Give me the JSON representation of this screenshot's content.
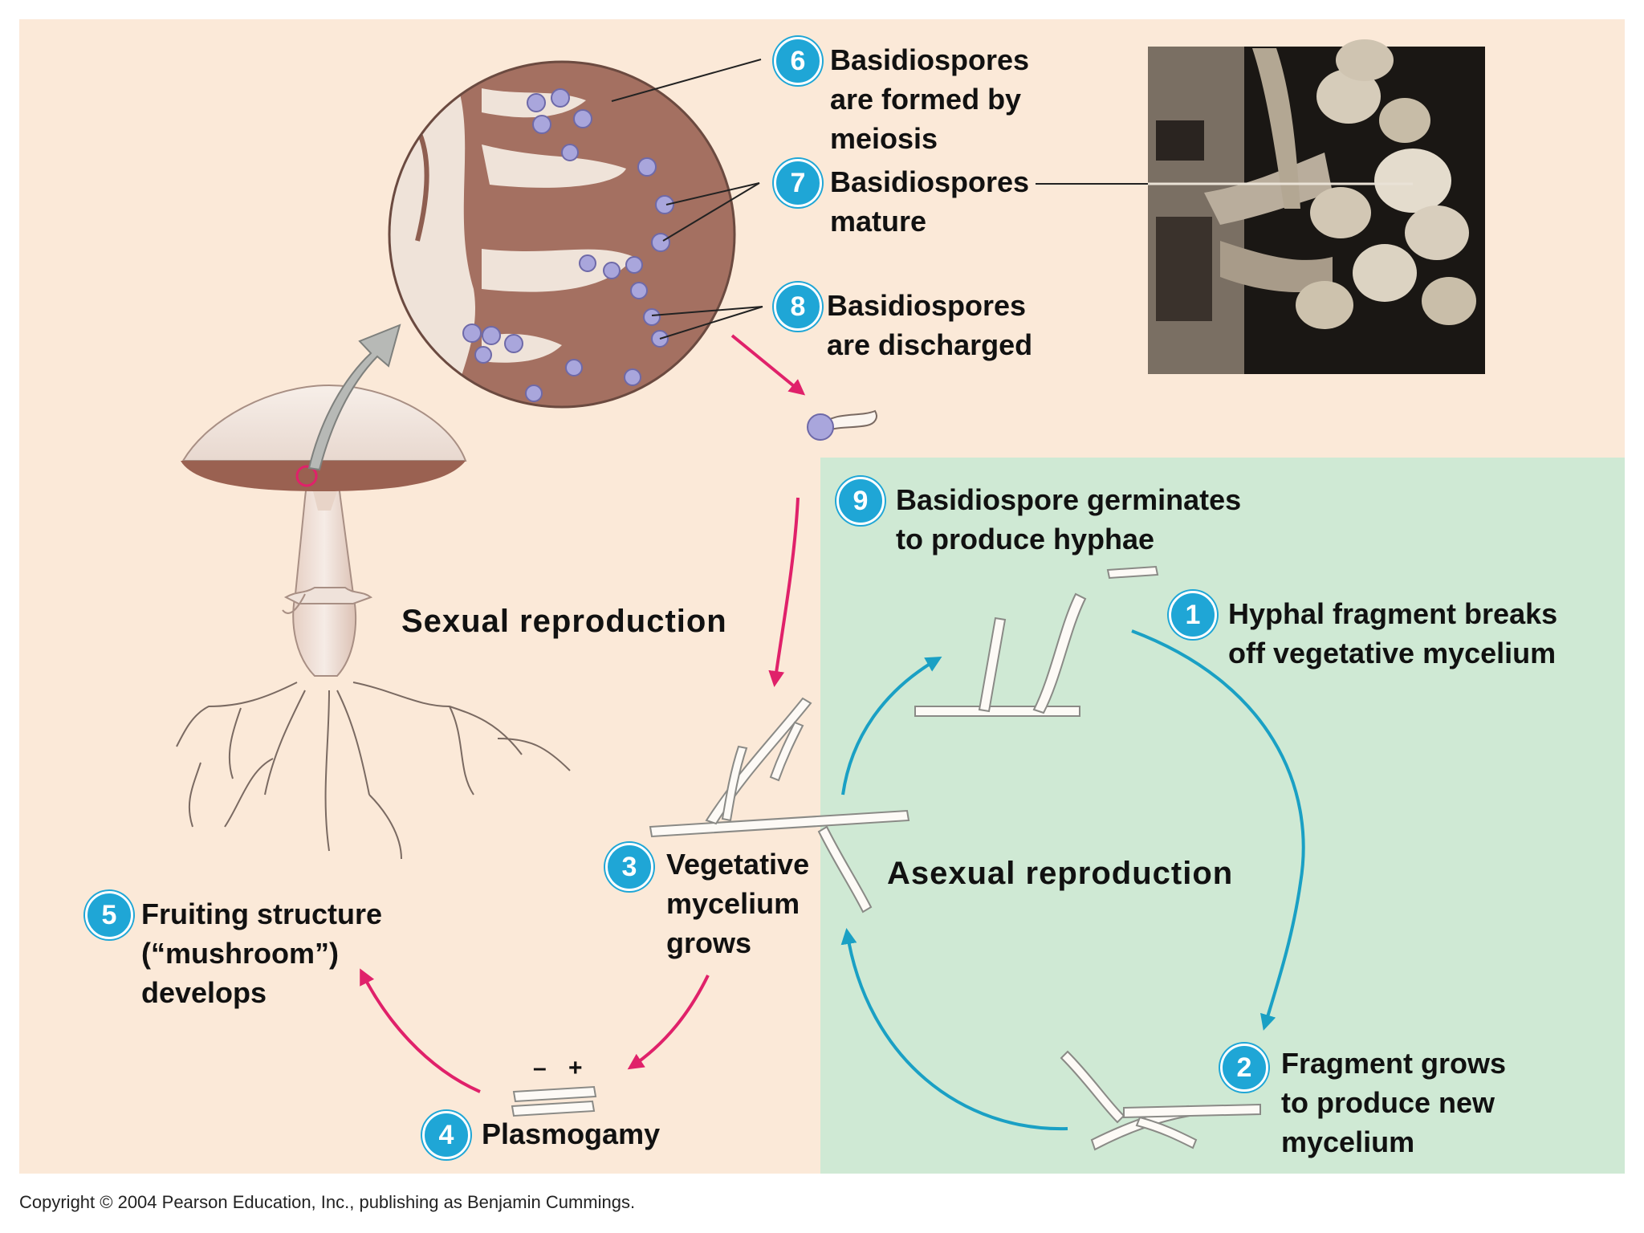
{
  "colors": {
    "sexual_bg": "#fbe9d8",
    "asexual_bg": "#cfe9d4",
    "badge": "#1fa6d6",
    "sexual_arrow": "#e0216a",
    "asexual_arrow": "#1aa0c4",
    "spore": "#a9a6dc",
    "gill_brown": "#a47061"
  },
  "headings": {
    "sexual": "Sexual reproduction",
    "asexual": "Asexual reproduction"
  },
  "steps": [
    {
      "num": "1",
      "lines": [
        "Hyphal fragment breaks",
        "off vegetative mycelium"
      ]
    },
    {
      "num": "2",
      "lines": [
        "Fragment grows",
        "to produce new",
        "mycelium"
      ]
    },
    {
      "num": "3",
      "lines": [
        "Vegetative",
        "mycelium",
        "grows"
      ]
    },
    {
      "num": "4",
      "lines": [
        "Plasmogamy"
      ]
    },
    {
      "num": "5",
      "lines": [
        "Fruiting structure",
        "(“mushroom”)",
        "develops"
      ]
    },
    {
      "num": "6",
      "lines": [
        "Basidiospores",
        "are formed by",
        "meiosis"
      ]
    },
    {
      "num": "7",
      "lines": [
        "Basidiospores",
        "mature"
      ]
    },
    {
      "num": "8",
      "lines": [
        "Basidiospores",
        "are discharged"
      ]
    },
    {
      "num": "9",
      "lines": [
        "Basidiospore germinates",
        "to produce hyphae"
      ]
    }
  ],
  "mating_signs": {
    "minus": "–",
    "plus": "+"
  },
  "copyright": "Copyright © 2004 Pearson Education, Inc., publishing as Benjamin Cummings."
}
